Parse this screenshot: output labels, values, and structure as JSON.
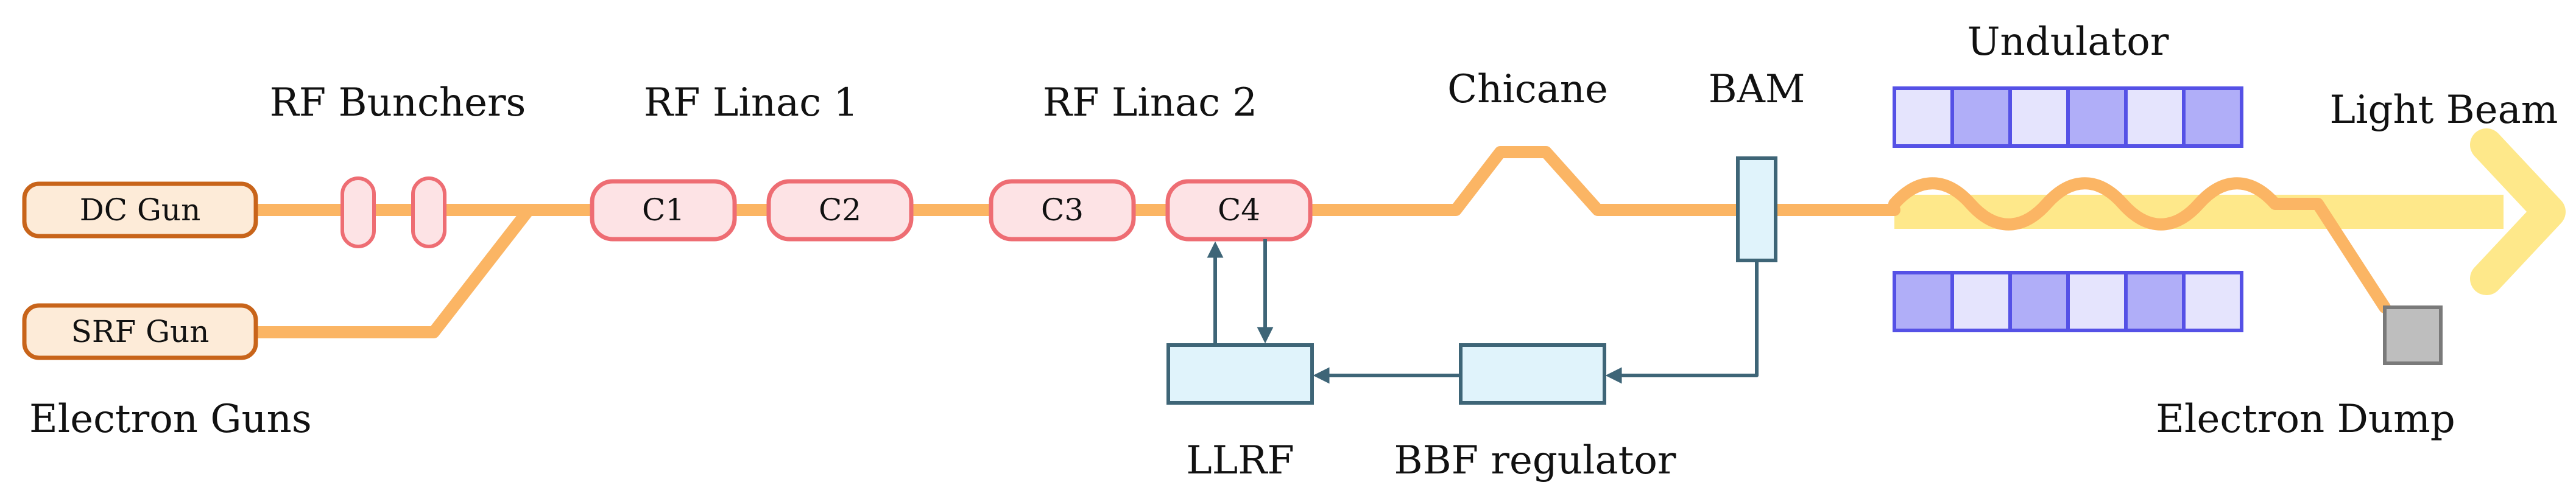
{
  "labels": {
    "electron_guns": "Electron Guns",
    "rf_bunchers": "RF Bunchers",
    "rf_linac_1": "RF Linac 1",
    "rf_linac_2": "RF Linac 2",
    "chicane": "Chicane",
    "bam": "BAM",
    "undulator": "Undulator",
    "light_beam": "Light Beam",
    "electron_dump": "Electron Dump",
    "llrf": "LLRF",
    "bbf_regulator": "BBF regulator"
  },
  "guns": [
    {
      "label": "DC Gun"
    },
    {
      "label": "SRF Gun"
    }
  ],
  "cavities": [
    {
      "label": "C1"
    },
    {
      "label": "C2"
    },
    {
      "label": "C3"
    },
    {
      "label": "C4"
    }
  ],
  "colors": {
    "beam": "#FBB564",
    "light_beam": "#FEE88A",
    "gun_stroke": "#C8641A",
    "gun_fill": "#FDEBD8",
    "cavity_stroke": "#EE6D73",
    "cavity_fill": "#FDE3E5",
    "feedback_stroke": "#3E6577",
    "feedback_fill": "#E0F3FB",
    "undulator_stroke": "#5551E6",
    "undulator_dark": "#B0AEF8",
    "undulator_light": "#E5E4FD",
    "dump_fill": "#BEBEBE"
  }
}
